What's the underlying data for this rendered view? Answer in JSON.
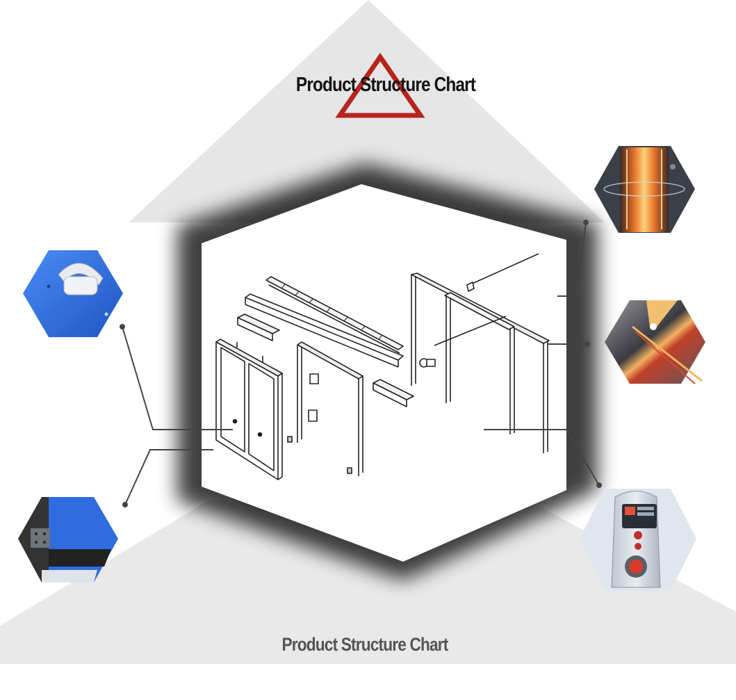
{
  "header": {
    "title": "Product Structure Chart"
  },
  "footer": {
    "title": "Product Structure Chart"
  },
  "colors": {
    "accent_red": "#b5251e",
    "panel_gray": "#e6e6e6",
    "part_blue": "#2f6ce0",
    "heater_orange": "#f08a2a",
    "line_dark": "#444444"
  },
  "callouts": [
    {
      "name": "handle-photo",
      "icon": "door-handle-icon"
    },
    {
      "name": "seal-corner-photo",
      "icon": "door-seal-icon"
    },
    {
      "name": "heater-photo",
      "icon": "heating-tube-icon"
    },
    {
      "name": "led-rail-photo",
      "icon": "led-track-icon"
    },
    {
      "name": "control-box-photo",
      "icon": "control-panel-icon"
    }
  ]
}
